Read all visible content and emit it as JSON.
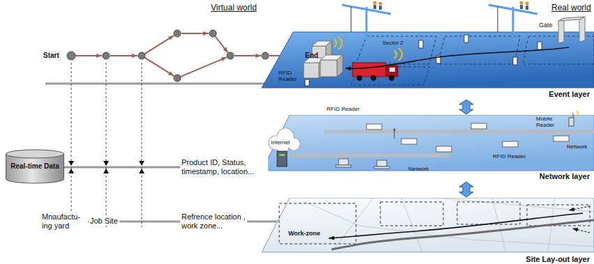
{
  "diagram": {
    "nodes": [
      {
        "text": [
          "Real-time Data"
        ]
      },
      {
        "text": [
          "Event layer"
        ]
      },
      {
        "text": [
          "Network layer"
        ]
      },
      {
        "text": [
          "Site Lay-out layer"
        ]
      }
    ],
    "edges": [
      {
        "from": 1,
        "to": 2,
        "arrow": "both"
      },
      {
        "from": 2,
        "to": 3,
        "arrow": "both"
      }
    ],
    "labels": [
      "Virtual world",
      "Real world",
      "Start",
      "End",
      "Product ID, Status, timestamp, location...",
      "Mnaufactu- ing yard",
      "Job Site",
      "Refrence location , work zone...",
      "Sector 2",
      "Gate",
      "RFID Reader",
      "RFID Reader",
      "Mobile Reader",
      "Internet",
      "Network",
      "RFID Reader",
      "Network",
      "Work-zone"
    ]
  }
}
